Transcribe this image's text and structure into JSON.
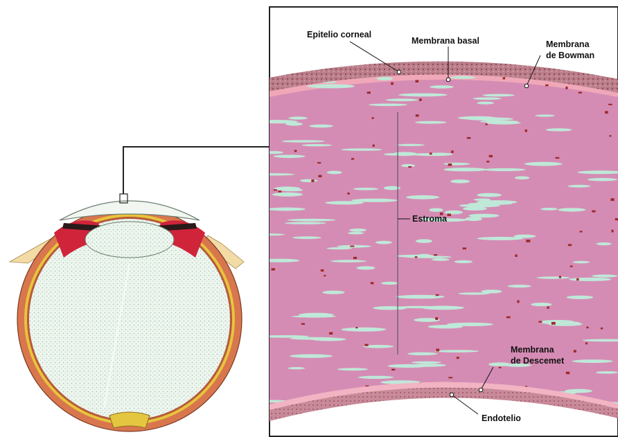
{
  "labels": {
    "epitelio": "Epitelio corneal",
    "basal": "Membrana basal",
    "bowman_1": "Membrana",
    "bowman_2": "de Bowman",
    "estroma": "Estroma",
    "descemet_1": "Membrana",
    "descemet_2": "de Descemet",
    "endotelio": "Endotelio"
  },
  "colors": {
    "stroma": "#d58cb4",
    "stroma_fiber": "#bfe8d8",
    "stroma_dot": "#9c2a2a",
    "epithelium": "#b97e8a",
    "bowman": "#f0a8b8",
    "eye_wall": "#d8764e",
    "choroid": "#e8c43c",
    "vitreous": "#eef5ef",
    "iris_red": "#d0243a",
    "frame": "#222222"
  },
  "icons": [
    "eye-cross-section-illustration",
    "cornea-magnified-section"
  ]
}
